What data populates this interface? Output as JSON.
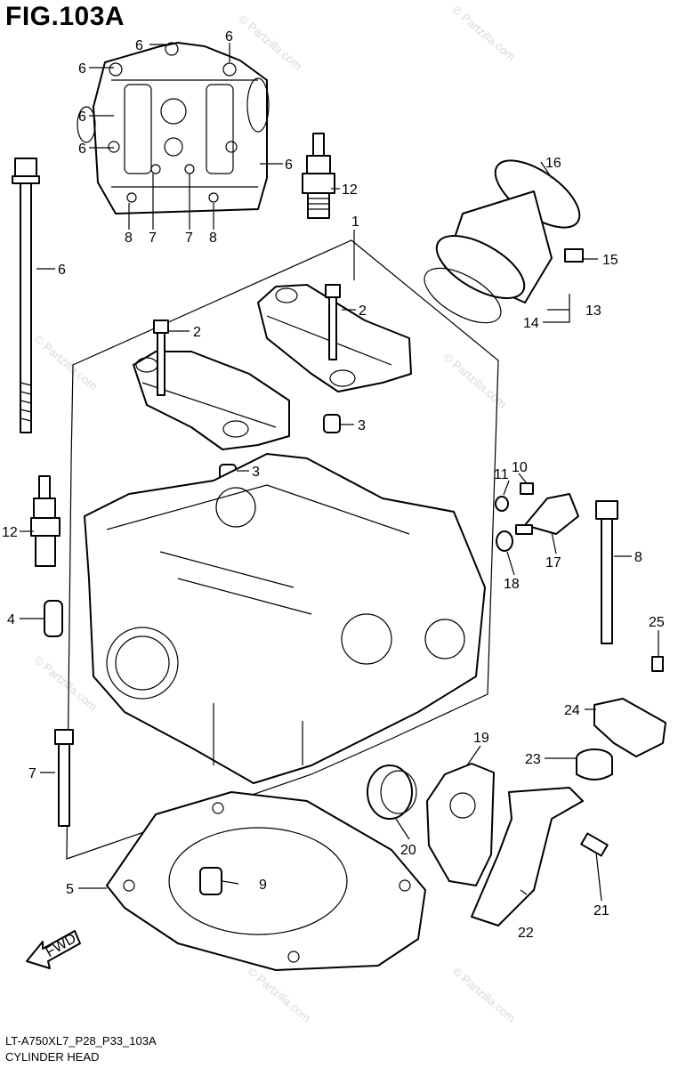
{
  "figure_title": "FIG.103A",
  "footer": {
    "model_code": "LT-A750XL7_P28_P33_103A",
    "section_name": "CYLINDER HEAD"
  },
  "watermark": "© Partzilla.com",
  "fwd_label": "FWD",
  "callouts": {
    "c1": "1",
    "c2a": "2",
    "c2b": "2",
    "c3a": "3",
    "c3b": "3",
    "c4": "4",
    "c5": "5",
    "c6a": "6",
    "c6b": "6",
    "c6c": "6",
    "c6d": "6",
    "c6e": "6",
    "c6f": "6",
    "c7a": "7",
    "c7b": "7",
    "c7c": "7",
    "c8a": "8",
    "c8b": "8",
    "c8c": "8",
    "c9": "9",
    "c10": "10",
    "c11": "11",
    "c12a": "12",
    "c12b": "12",
    "c13": "13",
    "c14": "14",
    "c15": "15",
    "c16": "16",
    "c17": "17",
    "c18": "18",
    "c19": "19",
    "c20": "20",
    "c21": "21",
    "c22": "22",
    "c23": "23",
    "c24": "24",
    "c25": "25"
  }
}
